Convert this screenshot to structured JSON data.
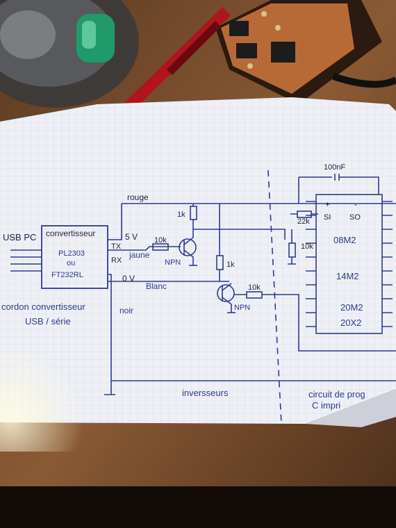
{
  "labels": {
    "cap_100nf": "100nF",
    "rouge": "rouge",
    "usb_pc": "USB PC",
    "convertisseur": "convertisseur",
    "five_v": "5 V",
    "tx": "TX",
    "rx": "RX",
    "pl2303": "PL2303",
    "ou": "ou",
    "ft232rl": "FT232RL",
    "zero_v": "0 V",
    "jaune": "jaune",
    "r1k_top": "1k",
    "r10k_left": "10k",
    "npn_left": "NPN",
    "r1k_mid": "1k",
    "blanc": "Blanc",
    "r10k_mid": "10k",
    "npn_right": "NPN",
    "noir": "noir",
    "cordon_convertisseur": "cordon convertisseur",
    "usb_serie": "USB / série",
    "inverseurs": "inversseurs",
    "si": "SI",
    "so": "SO",
    "r22k": "22k",
    "r10k_right": "10k",
    "chip_08m2": "08M2",
    "chip_14m2": "14M2",
    "chip_20m2": "20M2",
    "chip_20x2": "20X2",
    "plus": "+",
    "minus": "-",
    "circuit_de_prog": "circuit de prog",
    "c_impr": "C impri"
  },
  "colors": {
    "ink": "#2b3a8f",
    "paper": "#f1f2f6",
    "wood": "#8a5a34",
    "pen_red": "#b0141c"
  }
}
